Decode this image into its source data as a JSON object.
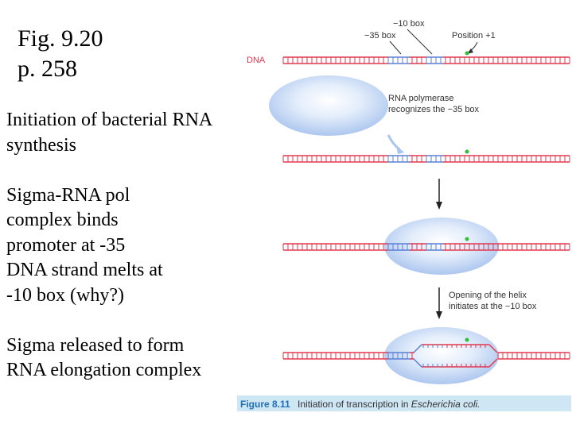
{
  "figure_ref": {
    "fig": "Fig. 9.20",
    "page": "p. 258"
  },
  "body_lines": [
    "Initiation of bacterial RNA",
    "synthesis",
    "",
    "Sigma-RNA pol",
    "complex binds",
    "promoter at -35",
    "DNA strand melts at",
    "-10 box (why?)",
    "",
    "Sigma released to form",
    "RNA elongation complex"
  ],
  "diagram": {
    "dna_label": "DNA",
    "minus10_label": "−10 box",
    "minus35_label": "−35 box",
    "position_label": "Position +1",
    "polymerase_caption": [
      "RNA polymerase",
      "recognizes the −35 box"
    ],
    "helix_caption": [
      "Opening of the helix",
      "initiates at the −10 box"
    ],
    "caption_prefix": "Figure 8.11",
    "caption_text": "Initiation of transcription in ",
    "caption_species": "Escherichia coli."
  },
  "colors": {
    "dna_red": "#e0394f",
    "box_blue": "#5b7fd6",
    "polymerase_blue": "#a9c4ee",
    "position_green": "#2fbf3a",
    "caption_blue": "#1f6fb5",
    "caption_bar": "#cfe6f5"
  },
  "icons": [
    "arrow-down-icon",
    "curved-arrow-icon",
    "position-marker-icon"
  ]
}
